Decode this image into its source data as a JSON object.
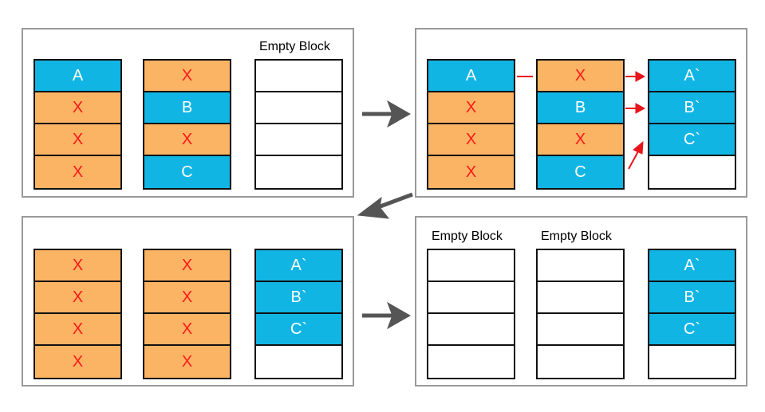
{
  "colors": {
    "live": "#11b5e4",
    "dead": "#fbb364",
    "dead_text": "#ff1a1a",
    "empty": "#ffffff",
    "arrow": "#555555",
    "copy_arrow": "#e8141b"
  },
  "panels": [
    {
      "id": "step1",
      "blocks": [
        {
          "label": "",
          "cells": [
            {
              "text": "A",
              "state": "live"
            },
            {
              "text": "X",
              "state": "dead"
            },
            {
              "text": "X",
              "state": "dead"
            },
            {
              "text": "X",
              "state": "dead"
            }
          ]
        },
        {
          "label": "",
          "cells": [
            {
              "text": "X",
              "state": "dead"
            },
            {
              "text": "B",
              "state": "live"
            },
            {
              "text": "X",
              "state": "dead"
            },
            {
              "text": "C",
              "state": "live"
            }
          ]
        },
        {
          "label": "Empty Block",
          "cells": [
            {
              "text": "",
              "state": "empty"
            },
            {
              "text": "",
              "state": "empty"
            },
            {
              "text": "",
              "state": "empty"
            },
            {
              "text": "",
              "state": "empty"
            }
          ]
        }
      ]
    },
    {
      "id": "step2",
      "blocks": [
        {
          "label": "",
          "cells": [
            {
              "text": "A",
              "state": "live"
            },
            {
              "text": "X",
              "state": "dead"
            },
            {
              "text": "X",
              "state": "dead"
            },
            {
              "text": "X",
              "state": "dead"
            }
          ]
        },
        {
          "label": "",
          "cells": [
            {
              "text": "X",
              "state": "dead"
            },
            {
              "text": "B",
              "state": "live"
            },
            {
              "text": "X",
              "state": "dead"
            },
            {
              "text": "C",
              "state": "live"
            }
          ]
        },
        {
          "label": "",
          "cells": [
            {
              "text": "A`",
              "state": "live"
            },
            {
              "text": "B`",
              "state": "live"
            },
            {
              "text": "C`",
              "state": "live"
            },
            {
              "text": "",
              "state": "empty"
            }
          ]
        }
      ]
    },
    {
      "id": "step3",
      "blocks": [
        {
          "label": "",
          "cells": [
            {
              "text": "X",
              "state": "dead"
            },
            {
              "text": "X",
              "state": "dead"
            },
            {
              "text": "X",
              "state": "dead"
            },
            {
              "text": "X",
              "state": "dead"
            }
          ]
        },
        {
          "label": "",
          "cells": [
            {
              "text": "X",
              "state": "dead"
            },
            {
              "text": "X",
              "state": "dead"
            },
            {
              "text": "X",
              "state": "dead"
            },
            {
              "text": "X",
              "state": "dead"
            }
          ]
        },
        {
          "label": "",
          "cells": [
            {
              "text": "A`",
              "state": "live"
            },
            {
              "text": "B`",
              "state": "live"
            },
            {
              "text": "C`",
              "state": "live"
            },
            {
              "text": "",
              "state": "empty"
            }
          ]
        }
      ]
    },
    {
      "id": "step4",
      "blocks": [
        {
          "label": "Empty Block",
          "cells": [
            {
              "text": "",
              "state": "empty"
            },
            {
              "text": "",
              "state": "empty"
            },
            {
              "text": "",
              "state": "empty"
            },
            {
              "text": "",
              "state": "empty"
            }
          ]
        },
        {
          "label": "Empty Block",
          "cells": [
            {
              "text": "",
              "state": "empty"
            },
            {
              "text": "",
              "state": "empty"
            },
            {
              "text": "",
              "state": "empty"
            },
            {
              "text": "",
              "state": "empty"
            }
          ]
        },
        {
          "label": "",
          "cells": [
            {
              "text": "A`",
              "state": "live"
            },
            {
              "text": "B`",
              "state": "live"
            },
            {
              "text": "C`",
              "state": "live"
            },
            {
              "text": "",
              "state": "empty"
            }
          ]
        }
      ]
    }
  ]
}
